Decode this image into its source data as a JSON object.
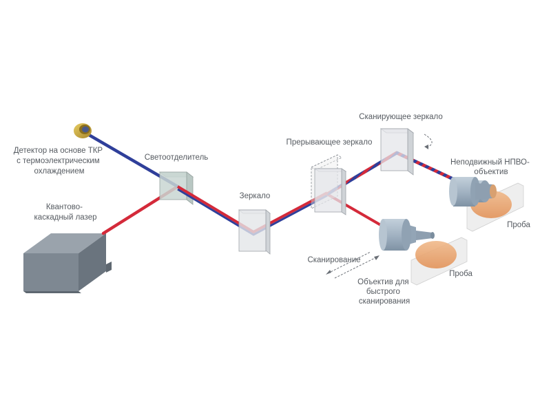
{
  "labels": {
    "detector": [
      "Детектор на основе ТКР",
      "с термоэлектрическим",
      "охлаждением"
    ],
    "laser": [
      "Квантово-",
      "каскадный лазер"
    ],
    "beamsplitter": "Светоотделитель",
    "mirror": "Зеркало",
    "flip_mirror": "Прерывающее зеркало",
    "scan_mirror": "Сканирующее зеркало",
    "atr_objective": [
      "Неподвижный НПВО-",
      "объектив"
    ],
    "sample_top": "Проба",
    "sample_bottom": "Проба",
    "scanning": "Сканирование",
    "fast_objective": [
      "Объектив для",
      "быстрого",
      "сканирования"
    ]
  },
  "colors": {
    "beam_red": "#d42a3a",
    "beam_blue": "#2f3f9a",
    "box_fill": "#e4e6e9",
    "box_stroke": "#9ea3a9",
    "laser_body": "#7d8791",
    "objective": "#a7b8c6",
    "sample": "#e9a46f",
    "detector": "#c9a93b",
    "text": "#555a60"
  }
}
